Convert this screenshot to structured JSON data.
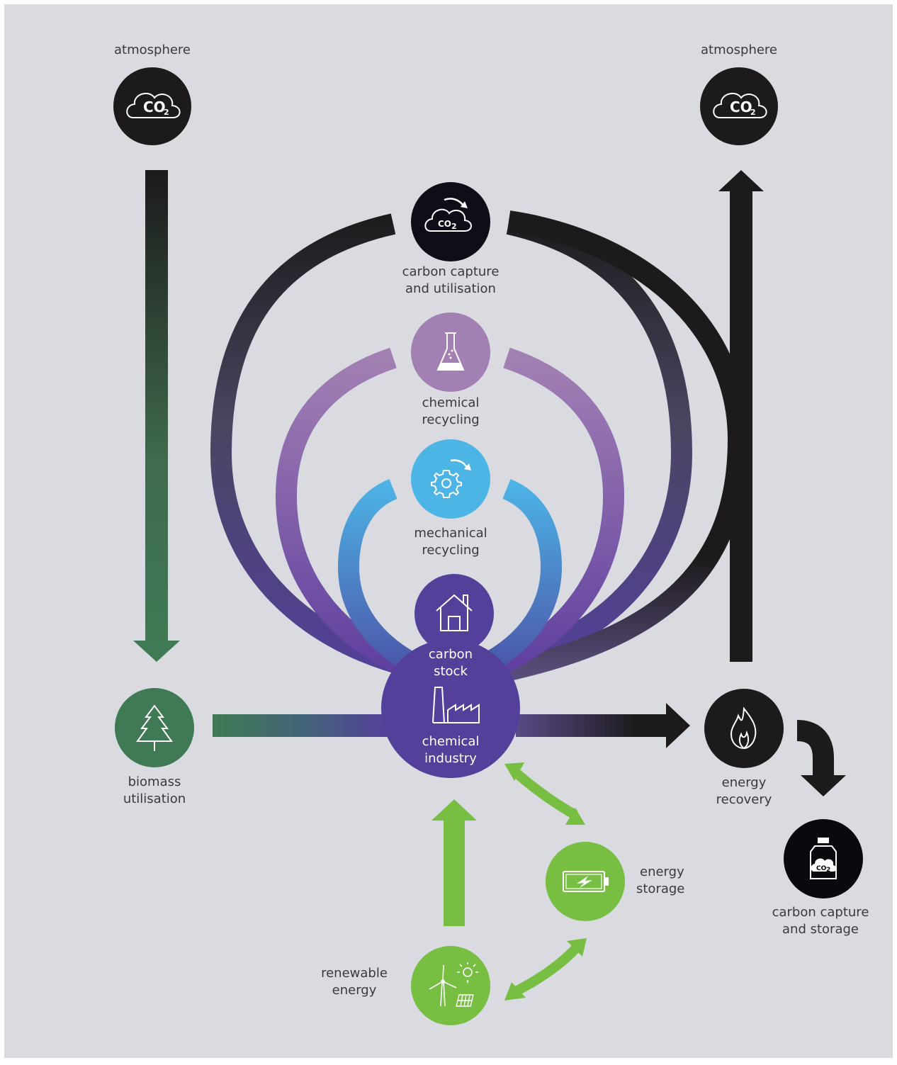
{
  "labels": {
    "atmosphere_left": "atmosphere",
    "atmosphere_right": "atmosphere",
    "ccu_line1": "carbon capture",
    "ccu_line2": "and utilisation",
    "chem_rec_line1": "chemical",
    "chem_rec_line2": "recycling",
    "mech_rec_line1": "mechanical",
    "mech_rec_line2": "recycling",
    "carbon_stock_line1": "carbon",
    "carbon_stock_line2": "stock",
    "chem_ind_line1": "chemical",
    "chem_ind_line2": "industry",
    "biomass_line1": "biomass",
    "biomass_line2": "utilisation",
    "energy_rec_line1": "energy",
    "energy_rec_line2": "recovery",
    "energy_storage_line1": "energy",
    "energy_storage_line2": "storage",
    "renewable_line1": "renewable",
    "renewable_line2": "energy",
    "ccs_line1": "carbon capture",
    "ccs_line2": "and storage"
  },
  "icon_text": {
    "co2_main": "CO",
    "co2_subscript": "2"
  },
  "colors": {
    "background": "#d9dbe1",
    "black_node": "#1c1a1b",
    "ccu_node": "#0f0d18",
    "chemical_recycling": "#a380b3",
    "mechanical_recycling": "#4db4e6",
    "chemical_industry": "#54409a",
    "biomass": "#3f7a54",
    "renewable_green": "#78be43"
  }
}
